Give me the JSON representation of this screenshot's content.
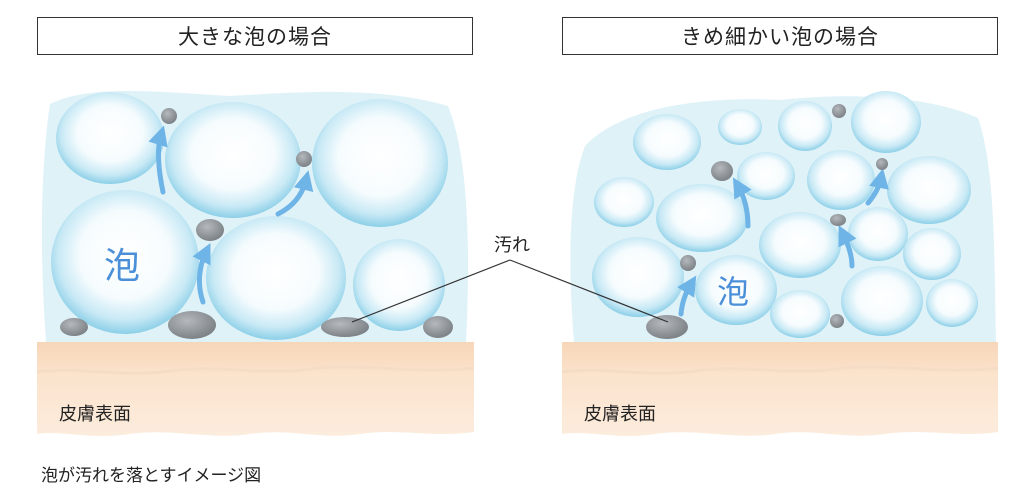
{
  "left_panel": {
    "title": "大きな泡の場合",
    "bubble_label": "泡",
    "skin_label": "皮膚表面"
  },
  "right_panel": {
    "title": "きめ細かい泡の場合",
    "bubble_label": "泡",
    "skin_label": "皮膚表面"
  },
  "dirt_label": "汚れ",
  "caption": "泡が汚れを落とすイメージ図",
  "colors": {
    "foam_background": "#dff2f8",
    "bubble_edge": "#8ccfe8",
    "bubble_center": "#ffffff",
    "arrow": "#6fb4e6",
    "dirt": "#8a8f94",
    "skin_top": "#f4d2b3",
    "skin_body": "#fbe8d6",
    "label_blue": "#4a8fd8"
  }
}
